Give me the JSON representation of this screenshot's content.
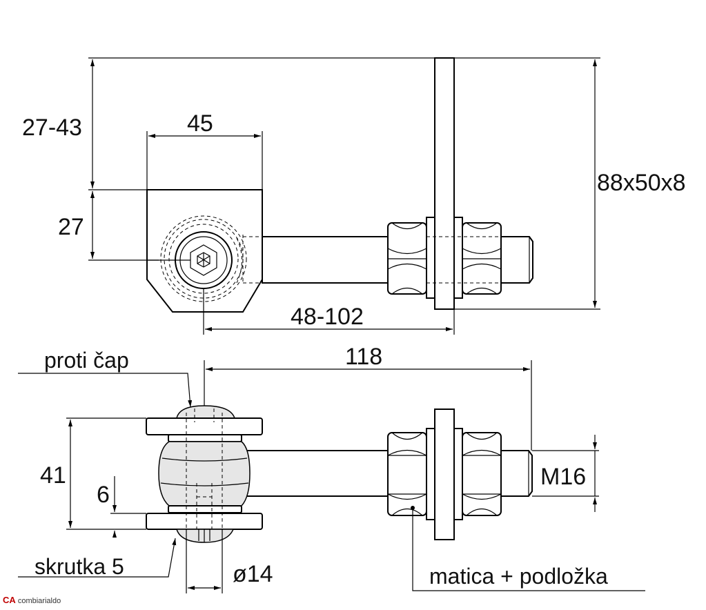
{
  "dimensions": {
    "d_27_43": "27-43",
    "d_45": "45",
    "d_27": "27",
    "d_88x50x8": "88x50x8",
    "d_48_102": "48-102",
    "d_118": "118",
    "d_41": "41",
    "d_6": "6",
    "d_m16": "M16",
    "d_dia14": "ø14"
  },
  "labels": {
    "proti_cap": "proti čap",
    "skrutka": "skrutka 5",
    "matica": "matica + podložka"
  },
  "brand": {
    "mark": "CA",
    "name": "combiarialdo"
  }
}
